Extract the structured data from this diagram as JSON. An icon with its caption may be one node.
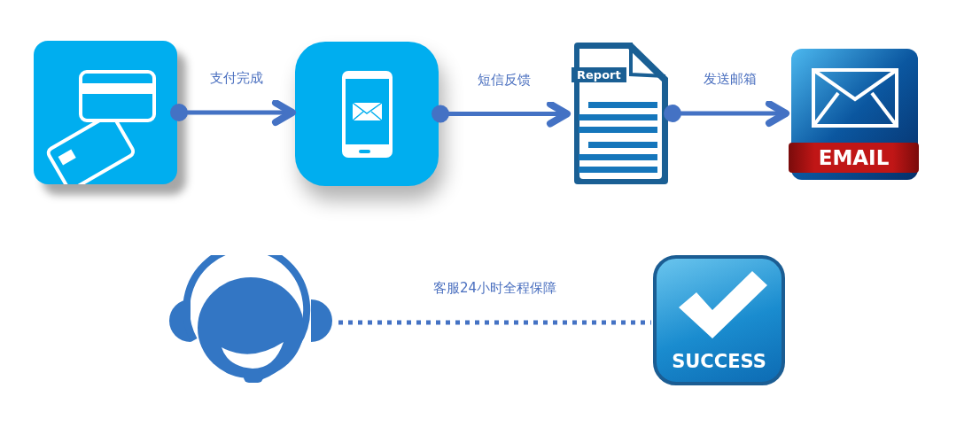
{
  "diagram": {
    "nodes": [
      {
        "text": [],
        "shape": "picture"
      },
      {
        "text": [],
        "shape": "picture"
      },
      {
        "text": [
          "Report"
        ]
      },
      {
        "text": [
          "EMAIL"
        ]
      },
      {
        "text": [],
        "shape": "picture"
      },
      {
        "text": [
          "SUCCESS"
        ]
      }
    ],
    "edges": [
      {
        "from": 0,
        "to": 1,
        "arrow": "to",
        "label": "支付完成"
      },
      {
        "from": 1,
        "to": 2,
        "arrow": "to",
        "label": "短信反馈"
      },
      {
        "from": 2,
        "to": 3,
        "arrow": "to",
        "label": "发送邮箱"
      },
      {
        "from": 4,
        "to": 5,
        "arrow": "none",
        "style": "dashed",
        "label": "客服24小时全程保障"
      }
    ]
  }
}
